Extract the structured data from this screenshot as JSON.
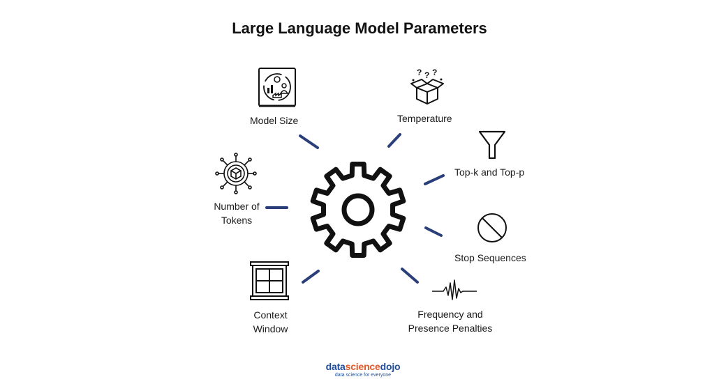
{
  "title": "Large Language Model Parameters",
  "parameters": [
    {
      "label": "Model Size",
      "icon": "model-size-icon"
    },
    {
      "label": "Temperature",
      "icon": "mystery-box-icon"
    },
    {
      "label": "Top-k and Top-p",
      "icon": "funnel-icon"
    },
    {
      "label": "Number of",
      "label2": "Tokens",
      "icon": "token-chip-icon"
    },
    {
      "label": "Stop Sequences",
      "icon": "stop-icon"
    },
    {
      "label": "Context",
      "label2": "Window",
      "icon": "window-icon"
    },
    {
      "label": "Frequency and",
      "label2": "Presence Penalties",
      "icon": "waveform-icon"
    }
  ],
  "center_icon": "gear-icon",
  "connector_color": "#2a3f7a",
  "logo": {
    "part1": "data",
    "part2": "science",
    "part3": "dojo",
    "tagline": "data science for everyone"
  }
}
